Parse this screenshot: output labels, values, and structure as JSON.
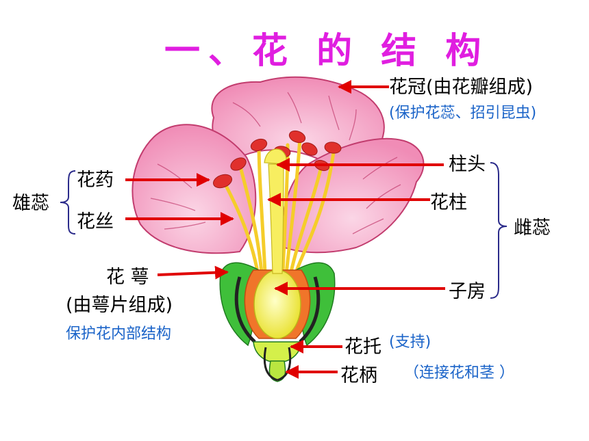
{
  "title": "一、花 的 结 构",
  "labels": {
    "corolla": "花冠(由花瓣组成)",
    "corolla_function": "(保护花蕊、招引昆虫)",
    "stigma": "柱头",
    "style": "花柱",
    "pistil": "雌蕊",
    "ovary": "子房",
    "anther": "花药",
    "filament": "花丝",
    "stamen": "雄蕊",
    "calyx": "花 萼",
    "calyx_composition": "(由萼片组成)",
    "calyx_function": "保护花内部结构",
    "receptacle": "花托",
    "receptacle_function": "(支持)",
    "pedicel": "花柄",
    "pedicel_function": "（连接花和茎 ）"
  },
  "colors": {
    "title": "#e01ee0",
    "arrow": "#e00000",
    "bracket": "#2a2a8a",
    "function_text": "#1a63c8",
    "petal": "#f7a6c6",
    "stamen": "#f2c81e",
    "anther": "#e0302c",
    "ovary": "#f6f25a",
    "sepal": "#38b838"
  }
}
